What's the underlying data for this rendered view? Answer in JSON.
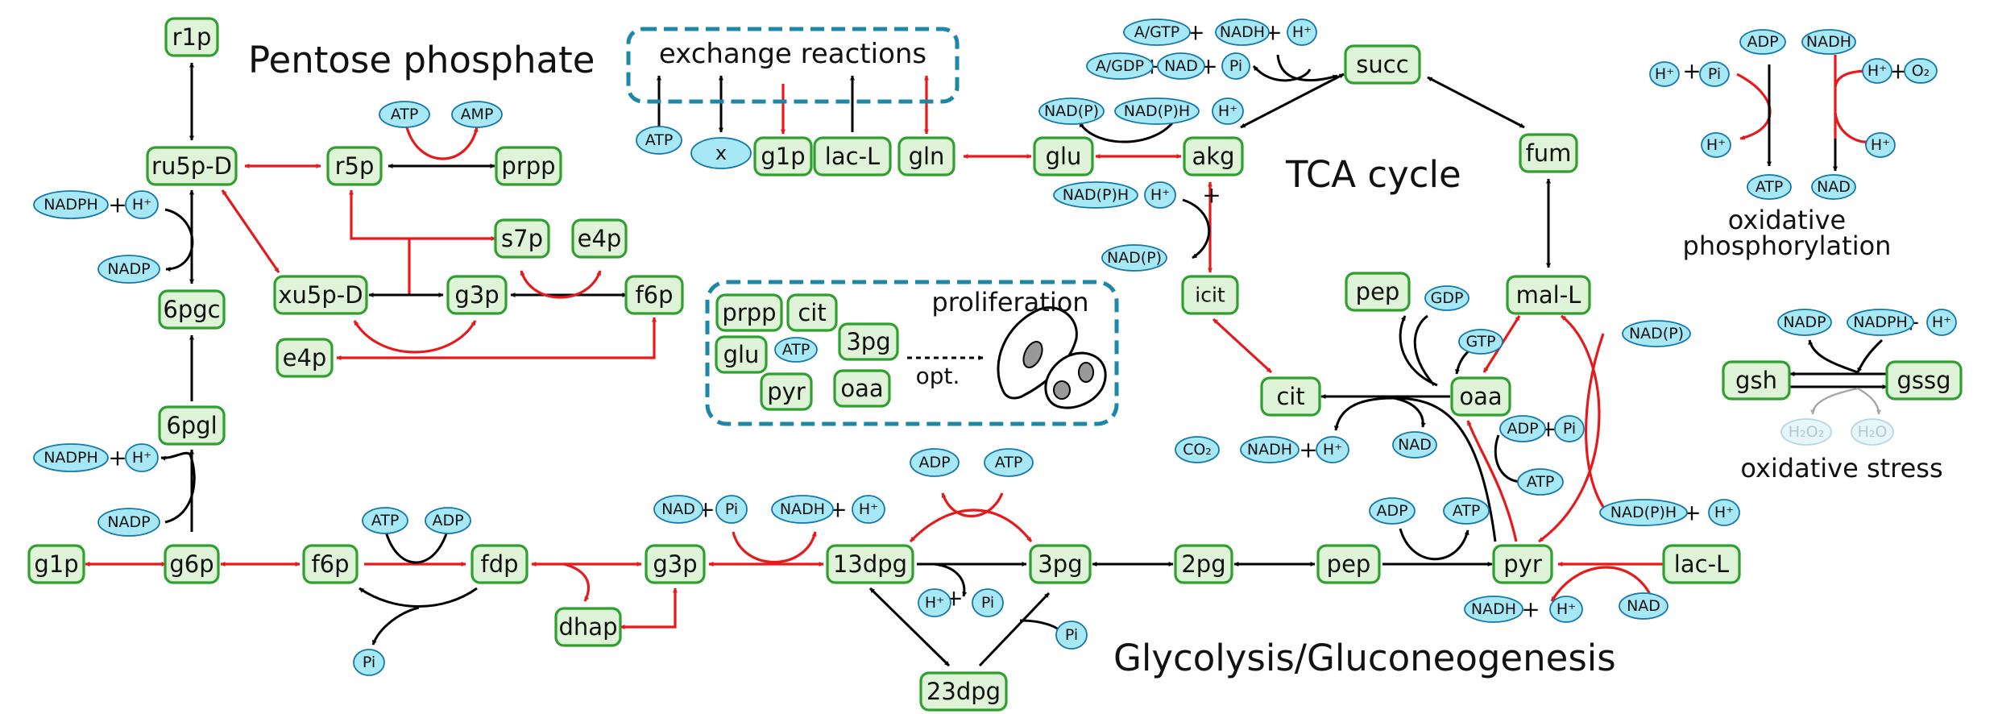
{
  "titles": {
    "pentose": "Pentose phosphate",
    "tca": "TCA cycle",
    "glycolysis": "Glycolysis/Gluconeogenesis",
    "exchange": "exchange reactions",
    "proliferation": "proliferation",
    "opt": "opt.",
    "oxphos_1": "oxidative",
    "oxphos_2": "phosphorylation",
    "oxstress": "oxidative stress"
  },
  "metabolites": {
    "r1p": "r1p",
    "ru5p_D": "ru5p-D",
    "r5p": "r5p",
    "prpp": "prpp",
    "s7p": "s7p",
    "e4p": "e4p",
    "e4p_2": "e4p",
    "xu5p_D": "xu5p-D",
    "g3p_ppp": "g3p",
    "f6p_ppp": "f6p",
    "6pgc": "6pgc",
    "6pgl": "6pgl",
    "g1p": "g1p",
    "g6p": "g6p",
    "f6p": "f6p",
    "fdp": "fdp",
    "dhap": "dhap",
    "g3p": "g3p",
    "13dpg": "13dpg",
    "3pg": "3pg",
    "23dpg": "23dpg",
    "2pg": "2pg",
    "pep": "pep",
    "pyr": "pyr",
    "lac_L": "lac-L",
    "ex_g1p": "g1p",
    "ex_lac_L": "lac-L",
    "ex_gln": "gln",
    "glu": "glu",
    "akg": "akg",
    "succ": "succ",
    "fum": "fum",
    "mal_L": "mal-L",
    "oaa": "oaa",
    "cit": "cit",
    "icit": "icit",
    "pep_tca": "pep",
    "gsh": "gsh",
    "gssg": "gssg",
    "pr_prpp": "prpp",
    "pr_cit": "cit",
    "pr_3pg": "3pg",
    "pr_glu": "glu",
    "pr_pyr": "pyr",
    "pr_oaa": "oaa"
  },
  "cofactors": {
    "nadph_1": "NADPH",
    "h_1": "H⁺",
    "nadp_1": "NADP",
    "nadph_2": "NADPH",
    "h_2": "H⁺",
    "nadp_2": "NADP",
    "atp_r5p": "ATP",
    "amp_r5p": "AMP",
    "atp_ex": "ATP",
    "x_ex": "x",
    "atp_pfk": "ATP",
    "adp_pfk": "ADP",
    "pi_fdp": "Pi",
    "nad_g3p": "NAD",
    "pi_g3p": "Pi",
    "nadh_g3p": "NADH",
    "h_g3p": "H⁺",
    "adp_pgk": "ADP",
    "atp_pgk": "ATP",
    "h_dpg": "H⁺",
    "pi_dpg": "Pi",
    "pi_23": "Pi",
    "adp_pk": "ADP",
    "atp_pk": "ATP",
    "nadh_ldh": "NADH",
    "h_ldh": "H⁺",
    "nad_ldh": "NAD",
    "agtp": "A/GTP",
    "nadh_s": "NADH",
    "h_s": "H⁺",
    "agdp": "A/GDP",
    "nad_s": "NAD",
    "pi_s": "Pi",
    "nadp_glu": "NAD(P)",
    "nadph_glu": "NAD(P)H",
    "h_glu": "H⁺",
    "nadph_ic": "NAD(P)H",
    "h_ic": "H⁺",
    "nadp_ic": "NAD(P)",
    "gdp": "GDP",
    "gtp": "GTP",
    "co2": "CO₂",
    "nadh_cit": "NADH",
    "h_cit": "H⁺",
    "nad_cit": "NAD",
    "adp_oaa": "ADP",
    "pi_oaa": "Pi",
    "atp_oaa": "ATP",
    "nadp_me": "NAD(P)",
    "nadph_me": "NAD(P)H",
    "h_me": "H⁺",
    "h_ox1": "H⁺",
    "pi_ox": "Pi",
    "adp_ox": "ADP",
    "nadh_ox": "NADH",
    "h_ox2": "H⁺",
    "o2_ox": "O₂",
    "h_ox3": "H⁺",
    "h_ox4": "H⁺",
    "atp_ox": "ATP",
    "nad_ox": "NAD",
    "nadp_gsh": "NADP",
    "nadph_gsh": "NADPH",
    "h_gsh": "H⁺",
    "h2o2": "H₂O₂",
    "h2o": "H₂O",
    "pr_atp": "ATP"
  },
  "colors": {
    "metabolite_fill": "#dff3d8",
    "metabolite_border": "#2ea02e",
    "cofactor_fill": "#a7e8f7",
    "cofactor_border": "#1577a8",
    "regulated_arrow": "#e41a1c",
    "arrow": "#000000",
    "box_border": "#1c87a8"
  }
}
